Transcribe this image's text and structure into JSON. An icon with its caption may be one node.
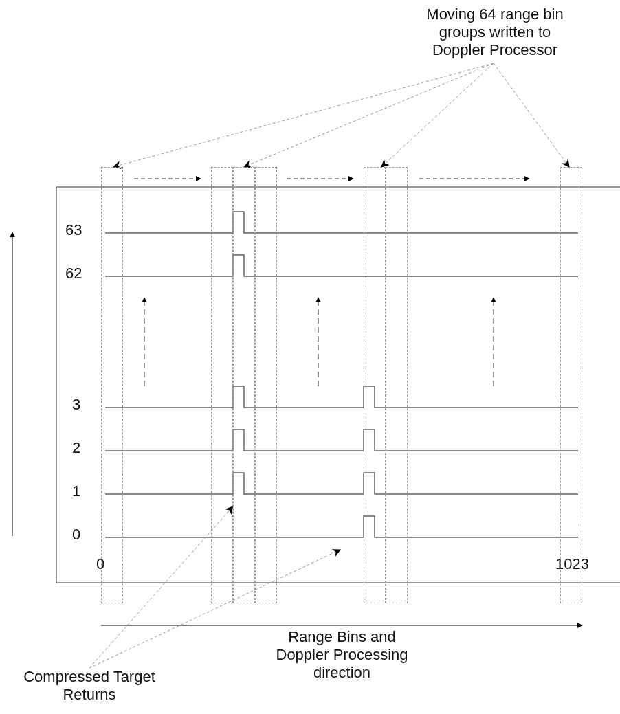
{
  "diagram": {
    "nodes": [
      {
        "text": [
          "Moving 64 range bin groups written to Doppler Processor"
        ]
      },
      {
        "text": [
          "Compressed Target Returns"
        ]
      },
      {
        "text": [],
        "shape": "box"
      },
      {
        "text": [],
        "shape": "box"
      },
      {
        "text": [],
        "shape": "box"
      },
      {
        "text": [],
        "shape": "box"
      },
      {
        "text": [],
        "shape": "box"
      },
      {
        "text": [],
        "shape": "box"
      },
      {
        "text": [],
        "shape": "box"
      }
    ],
    "edges": [
      {
        "from": 0,
        "to": 2,
        "arrow": "to",
        "style": "dashed"
      },
      {
        "from": 0,
        "to": 4,
        "arrow": "to",
        "style": "dashed"
      },
      {
        "from": 0,
        "to": 6,
        "arrow": "to",
        "style": "dashed"
      },
      {
        "from": 0,
        "to": 8,
        "arrow": "to",
        "style": "dashed"
      },
      {
        "from": 1,
        "to": 4,
        "arrow": "to",
        "style": "dashed"
      },
      {
        "from": 1,
        "to": null,
        "arrow": "to",
        "style": "dashed"
      },
      {
        "from": 2,
        "to": 3,
        "arrow": "to",
        "style": "dashed",
        "color": "#333333"
      },
      {
        "from": 5,
        "to": 6,
        "arrow": "to",
        "style": "dashed",
        "color": "#333333"
      },
      {
        "from": 7,
        "to": 8,
        "arrow": "to",
        "style": "dashed",
        "color": "#333333"
      }
    ],
    "labels": [
      "63",
      "62",
      "3",
      "2",
      "1",
      "0",
      "0",
      "1023",
      "Range Bins and Doppler Processing direction"
    ]
  }
}
